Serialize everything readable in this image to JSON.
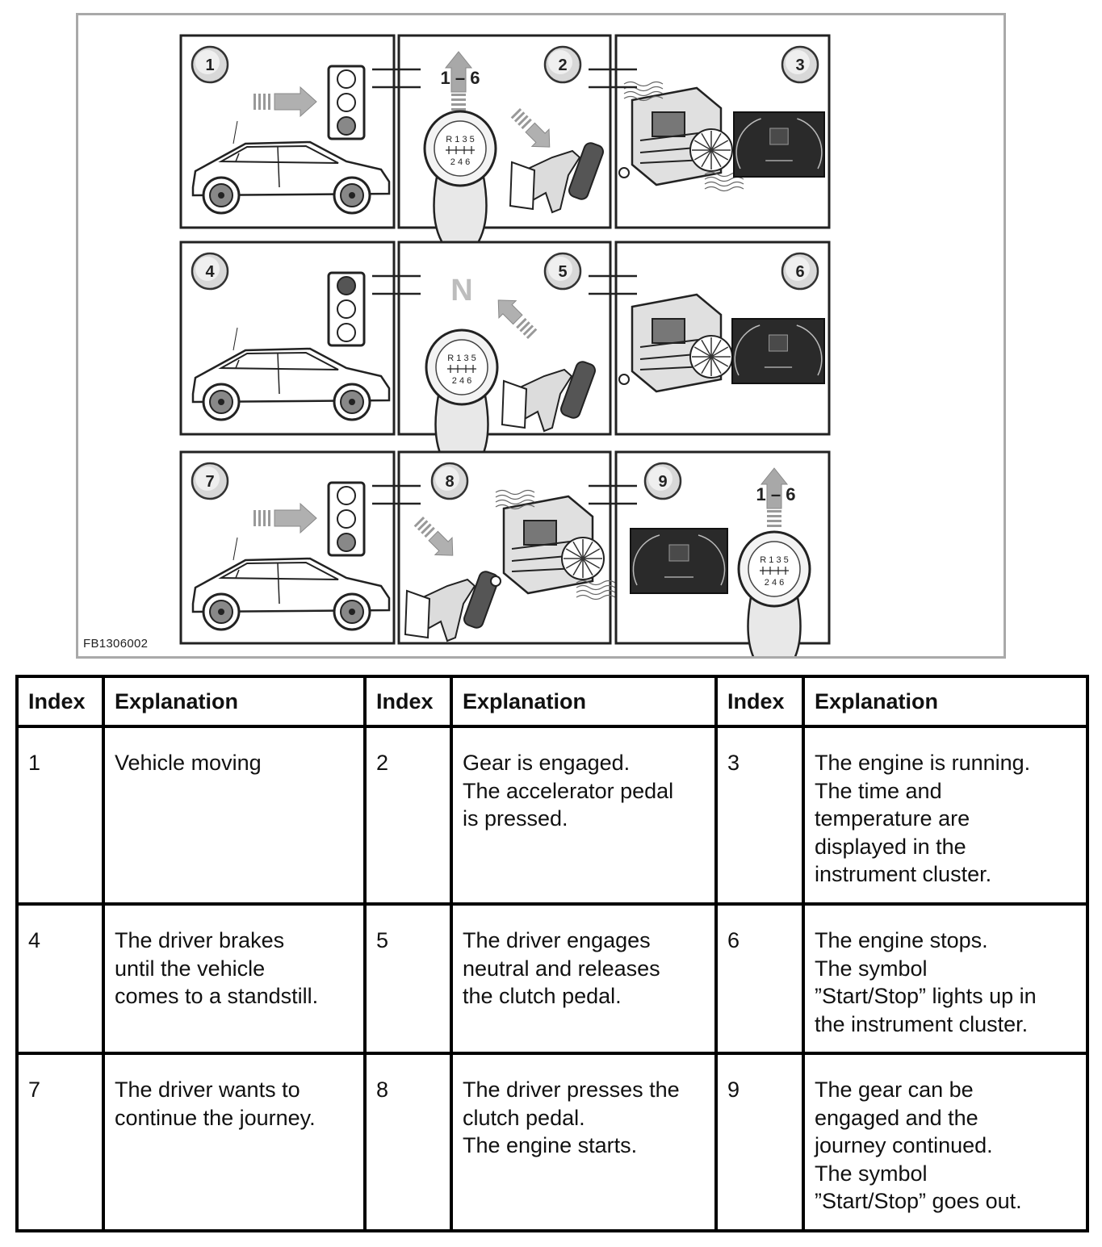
{
  "figure": {
    "id_label": "FB1306002",
    "panel_numbers": [
      "1",
      "2",
      "3",
      "4",
      "5",
      "6",
      "7",
      "8",
      "9"
    ],
    "gear_range_label": "1 – 6",
    "neutral_label": "N",
    "shift_pattern_top": "R 1 3 5",
    "shift_pattern_bottom": "2 4 6",
    "icons": [
      "car-icon",
      "traffic-light-icon",
      "arrow-icon",
      "gear-shifter-icon",
      "pedal-icon",
      "engine-icon",
      "instrument-cluster-icon"
    ]
  },
  "legend": {
    "headers": [
      "Index",
      "Explanation",
      "Index",
      "Explanation",
      "Index",
      "Explanation"
    ],
    "rows": [
      [
        {
          "index": "1",
          "lines": [
            "Vehicle moving"
          ]
        },
        {
          "index": "2",
          "lines": [
            "Gear is engaged.",
            "The accelerator pedal",
            "is pressed."
          ]
        },
        {
          "index": "3",
          "lines": [
            "The engine is running.",
            "The time and",
            "temperature are",
            "displayed in the",
            "instrument cluster."
          ]
        }
      ],
      [
        {
          "index": "4",
          "lines": [
            "The driver brakes",
            "until the vehicle",
            "comes to a standstill."
          ]
        },
        {
          "index": "5",
          "lines": [
            "The driver engages",
            "neutral and releases",
            "the clutch pedal."
          ]
        },
        {
          "index": "6",
          "lines": [
            "The engine stops.",
            "The symbol",
            "”Start/Stop” lights up in",
            "the instrument cluster."
          ]
        }
      ],
      [
        {
          "index": "7",
          "lines": [
            "The driver wants to",
            "continue the journey."
          ]
        },
        {
          "index": "8",
          "lines": [
            "The driver presses the",
            "clutch pedal.",
            "The engine starts."
          ]
        },
        {
          "index": "9",
          "lines": [
            "The gear can be",
            "engaged and the",
            "journey continued.",
            "The symbol",
            "”Start/Stop” goes out."
          ]
        }
      ]
    ]
  }
}
